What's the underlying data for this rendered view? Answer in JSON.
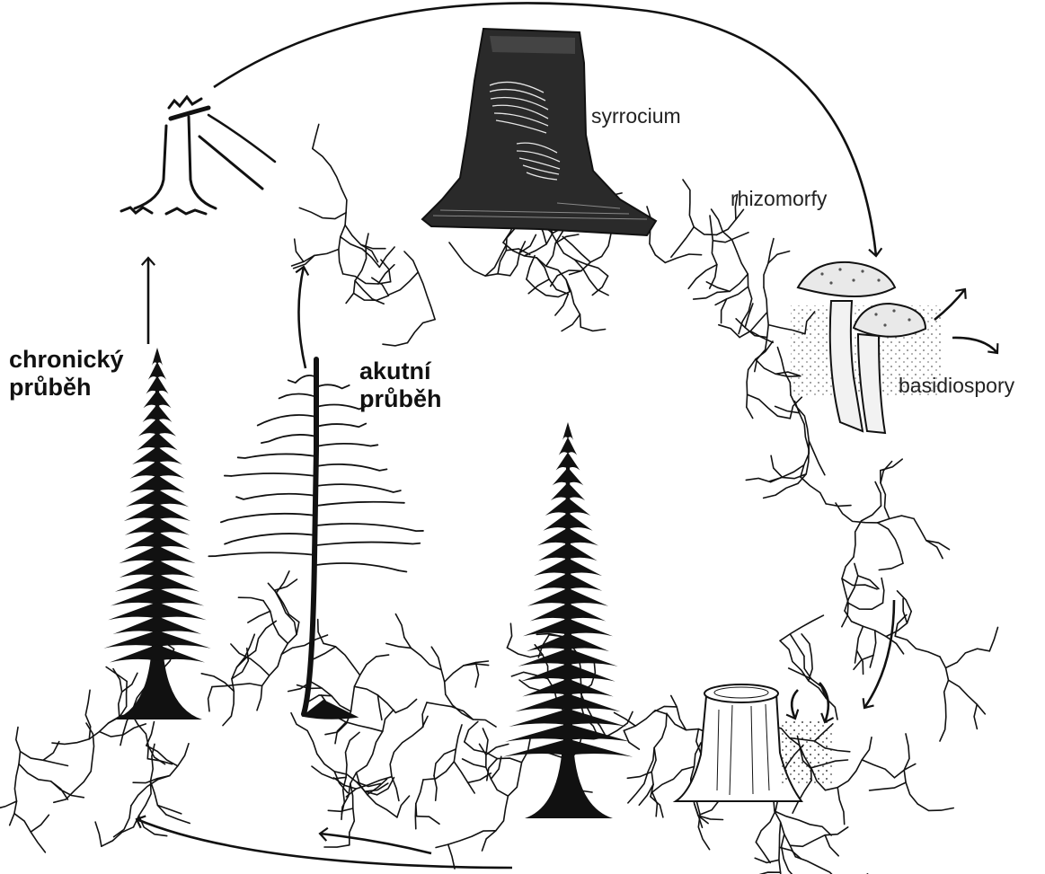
{
  "labels": {
    "chronic_line1": "chronický",
    "chronic_line2": "průběh",
    "acute_line1": "akutní",
    "acute_line2": "průběh",
    "syrrocium": "syrrocium",
    "rhizomorfy": "rhizomorfy",
    "basidiospory": "basidiospory"
  },
  "colors": {
    "ink": "#111111",
    "background": "#ffffff",
    "stump_shade": "#555555"
  }
}
